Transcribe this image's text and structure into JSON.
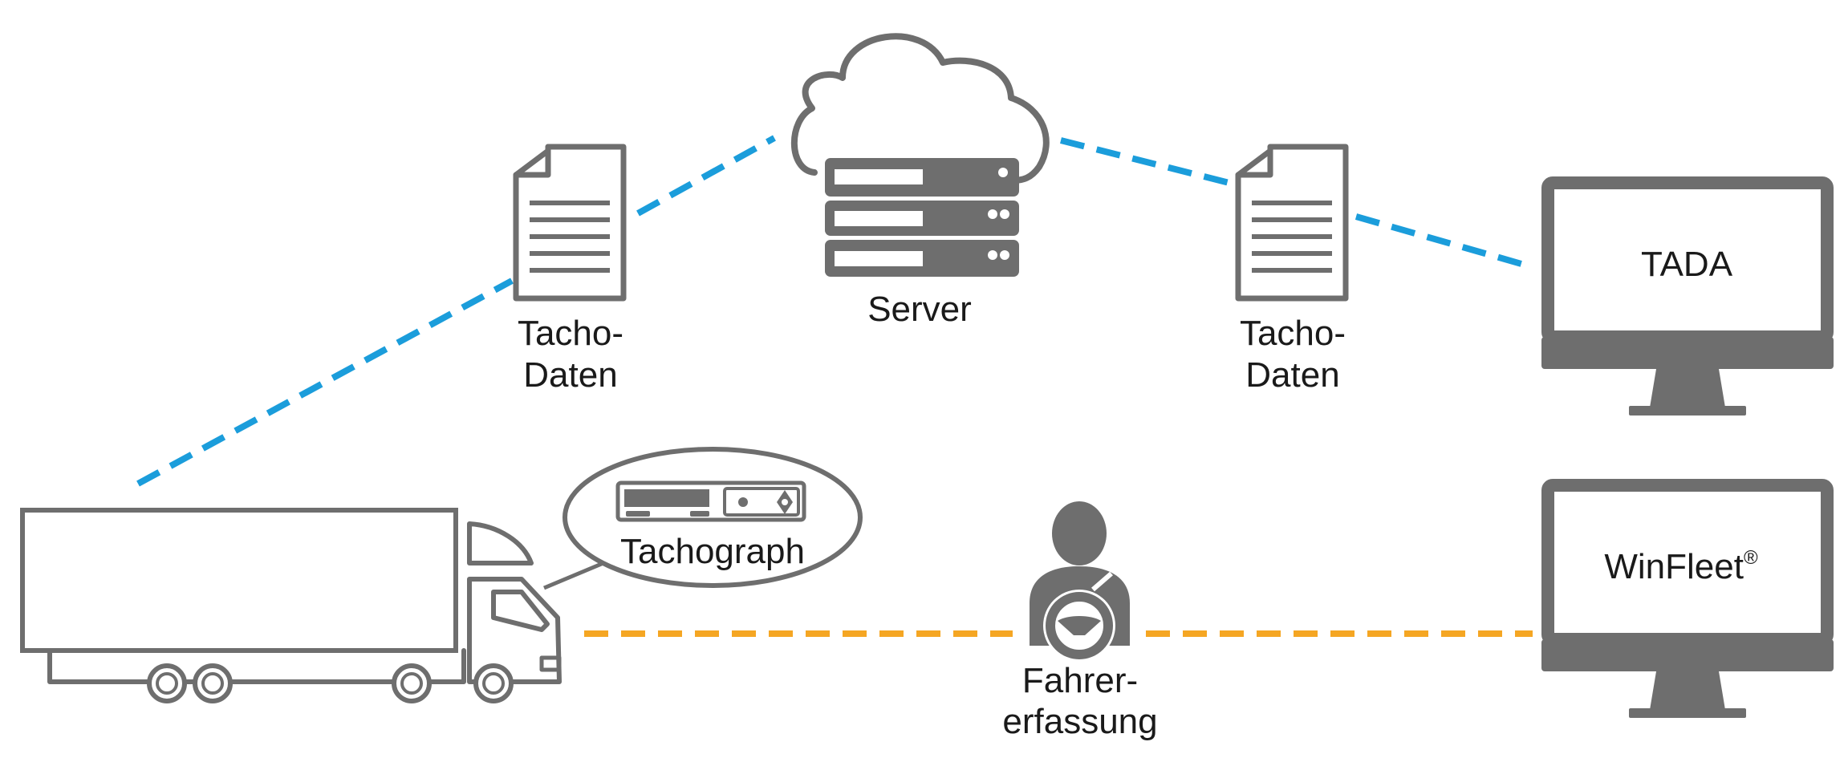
{
  "labels": {
    "server": "Server",
    "tacho_data_left_line1": "Tacho-",
    "tacho_data_left_line2": "Daten",
    "tacho_data_right_line1": "Tacho-",
    "tacho_data_right_line2": "Daten",
    "tada": "TADA",
    "winfleet": "WinFleet",
    "winfleet_mark": "®",
    "tachograph": "Tachograph",
    "driver_line1": "Fahrer-",
    "driver_line2": "erfassung"
  },
  "colors": {
    "icon_gray": "#6e6e6e",
    "data_link_blue": "#1b9ddb",
    "driver_link_orange": "#f5a623",
    "text": "#1a1a1a"
  },
  "icons": [
    "cloud-icon",
    "server-rack-icon",
    "document-icon",
    "monitor-icon",
    "truck-icon",
    "tachograph-device-icon",
    "driver-steering-wheel-icon"
  ]
}
